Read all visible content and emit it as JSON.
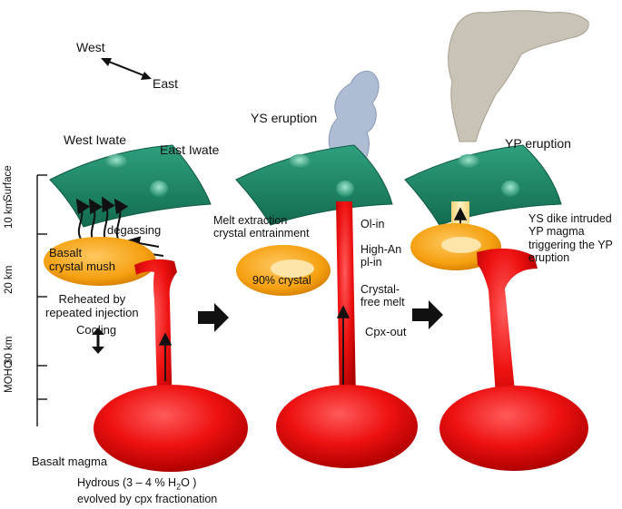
{
  "orientation": {
    "west": "West",
    "east": "East"
  },
  "depth_axis": {
    "surface": "Surface",
    "d10": "10 km",
    "d20": "20 km",
    "d30": "30 km",
    "moho": "MOHO"
  },
  "panel1": {
    "west_iwate": "West Iwate",
    "east_iwate": "East Iwate",
    "degassing": "degassing",
    "mush_line1": "Basalt",
    "mush_line2": "crystal mush",
    "reheated_line1": "Reheated by",
    "reheated_line2": "repeated injection",
    "cooling": "Cooling",
    "basalt_magma": "Basalt magma",
    "hydrous_prefix": "Hydrous (3 – 4 % H",
    "hydrous_sub": "2",
    "hydrous_suffix": "O )",
    "evolved": "evolved by cpx fractionation"
  },
  "panel2": {
    "eruption": "YS eruption",
    "melt_line1": "Melt extraction",
    "melt_line2": "crystal entrainment",
    "crystal": "90% crystal",
    "ol_in": "Ol-in",
    "high_an_line1": "High-An",
    "high_an_line2": "pl-in",
    "crystal_free_line1": "Crystal-",
    "crystal_free_line2": "free melt",
    "cpx_out": "Cpx-out"
  },
  "panel3": {
    "eruption": "YP eruption",
    "dike_line1": "YS dike intruded",
    "dike_line2": "YP magma",
    "dike_line3": "triggering the YP",
    "dike_line4": "eruption"
  },
  "colors": {
    "magma_red": "#f01010",
    "mush_orange": "#f5a010",
    "surface_green": "#1f8a6a",
    "plume_blue": "#a8b8d0",
    "plume_gray": "#c8c0b4",
    "dike_yellow": "#f8e4a0"
  }
}
